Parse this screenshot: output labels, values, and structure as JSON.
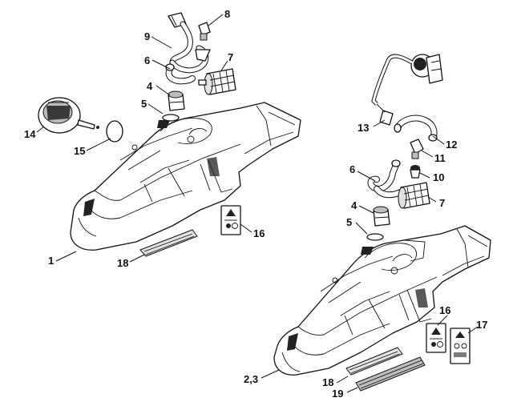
{
  "left_assembly": {
    "labels": {
      "n1": "1",
      "n4": "4",
      "n5": "5",
      "n6": "6",
      "n7": "7",
      "n8": "8",
      "n9": "9",
      "n14": "14",
      "n15": "15",
      "n16": "16",
      "n18": "18"
    }
  },
  "right_assembly": {
    "labels": {
      "n23": "2,3",
      "n4": "4",
      "n5": "5",
      "n6": "6",
      "n7": "7",
      "n10": "10",
      "n11": "11",
      "n12": "12",
      "n13": "13",
      "n16": "16",
      "n17": "17",
      "n18": "18",
      "n19": "19"
    }
  }
}
